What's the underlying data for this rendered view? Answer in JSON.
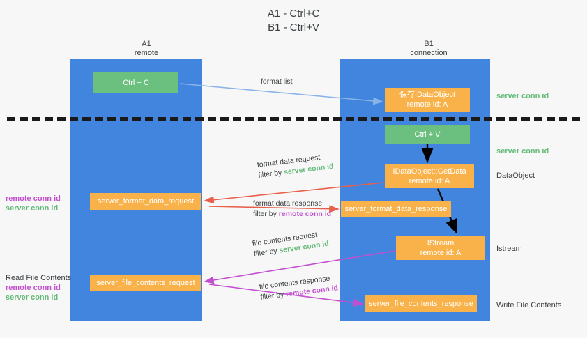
{
  "title": "A1 - Ctrl+C\nB1 - Ctrl+V",
  "columns": {
    "left": {
      "label": "A1\nremote"
    },
    "right": {
      "label": "B1\nconnection"
    }
  },
  "colors": {
    "lane": "#4285de",
    "green_node": "#6cc07f",
    "orange_node": "#f9b24a",
    "server_conn_id": "#64bb79",
    "remote_conn_id": "#c34fd0",
    "divider": "#1a1a1a",
    "arrow_blue": "#8ab4e8",
    "arrow_red": "#e8604c",
    "arrow_black": "#000000",
    "arrow_magenta": "#c34fd0"
  },
  "nodes": {
    "ctrl_c": "Ctrl + C",
    "idataobject": "保存IDataObject\nremote id: A",
    "ctrl_v": "Ctrl + V",
    "getdata": "IDataObject::GetData\nremote id: A",
    "server_format_data_request": "server_format_data_request",
    "server_format_data_response": "server_format_data_response",
    "istream": "IStream\nremote id: A",
    "server_file_contents_request": "server_file_contents_request",
    "server_file_contents_response": "server_file_contents_response"
  },
  "edge_labels": {
    "format_list": "format list",
    "format_data_request": "format data request",
    "format_data_request_filter_prefix": "filter by ",
    "format_data_request_filter_value": "server conn id",
    "format_data_response": "format data response",
    "format_data_response_filter_prefix": "filter by ",
    "format_data_response_filter_value": "remote conn id",
    "file_contents_request": "file contents request",
    "file_contents_request_filter_prefix": "filter by ",
    "file_contents_request_filter_value": "server conn id",
    "file_contents_response": "file contents response",
    "file_contents_response_filter_prefix": "filter by ",
    "file_contents_response_filter_value": "remote conn id"
  },
  "side_notes": {
    "server_conn_id_top": "server conn id",
    "server_conn_id_mid": "server conn id",
    "dataobject": "DataObject",
    "istream": "Istream",
    "write_file_contents": "Write File Contents"
  },
  "left_notes": {
    "mid_remote": "remote conn id",
    "mid_server": "server conn id",
    "bottom_title": "Read File Contents",
    "bottom_remote": "remote conn id",
    "bottom_server": "server conn id"
  }
}
